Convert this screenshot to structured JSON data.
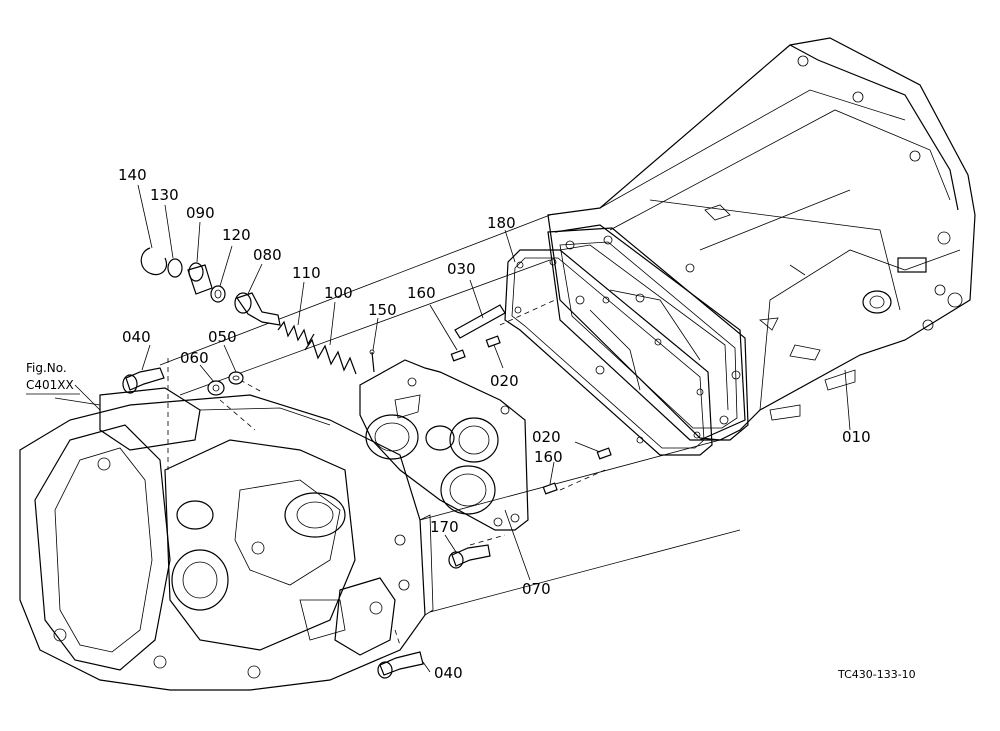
{
  "figure_ref": {
    "line1": "Fig.No.",
    "line2": "C401XX"
  },
  "drawing_code": "TC430-133-10",
  "callouts": {
    "p140": "140",
    "p130": "130",
    "p090": "090",
    "p120": "120",
    "p080": "080",
    "p110": "110",
    "p100": "100",
    "p150": "150",
    "p160a": "160",
    "p030": "030",
    "p180": "180",
    "p040a": "040",
    "p050": "050",
    "p060": "060",
    "p020a": "020",
    "p020b": "020",
    "p160b": "160",
    "p010": "010",
    "p170": "170",
    "p070": "070",
    "p040b": "040"
  }
}
